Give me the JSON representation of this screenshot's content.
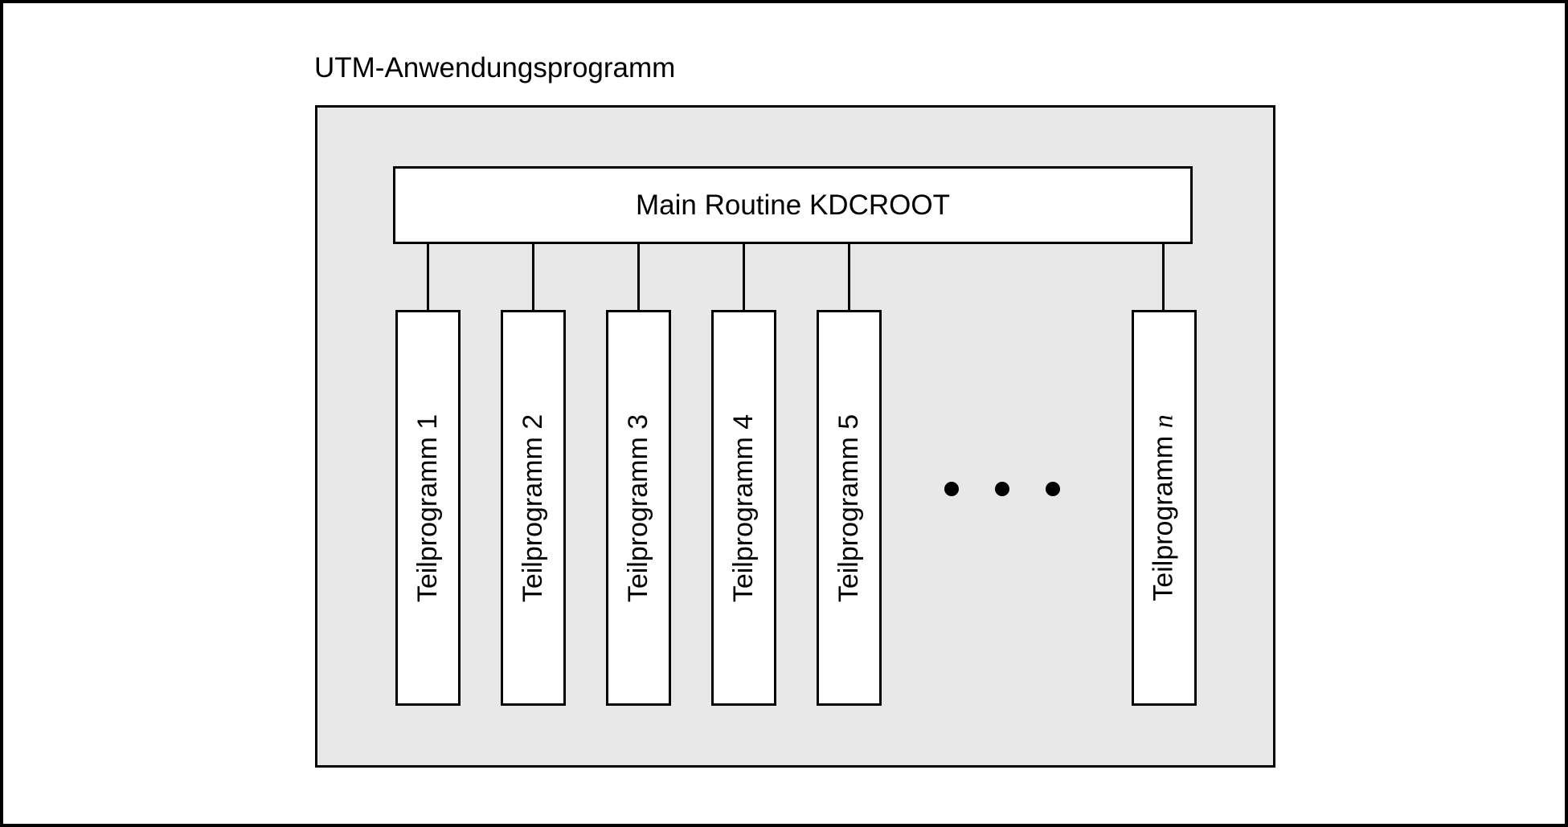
{
  "diagram": {
    "title": "UTM-Anwendungsprogramm",
    "main_routine": {
      "label": "Main Routine KDCROOT"
    },
    "subprograms": [
      {
        "name": "Teilprogramm",
        "num": "1"
      },
      {
        "name": "Teilprogramm",
        "num": "2"
      },
      {
        "name": "Teilprogramm",
        "num": "3"
      },
      {
        "name": "Teilprogramm",
        "num": "4"
      },
      {
        "name": "Teilprogramm",
        "num": "5"
      },
      {
        "name": "Teilprogramm",
        "num": "n"
      }
    ],
    "ellipsis": {
      "dots": 3
    },
    "colors": {
      "panel_bg": "#e8e8e8",
      "box_bg": "#ffffff",
      "line": "#000000",
      "text": "#000000"
    }
  }
}
